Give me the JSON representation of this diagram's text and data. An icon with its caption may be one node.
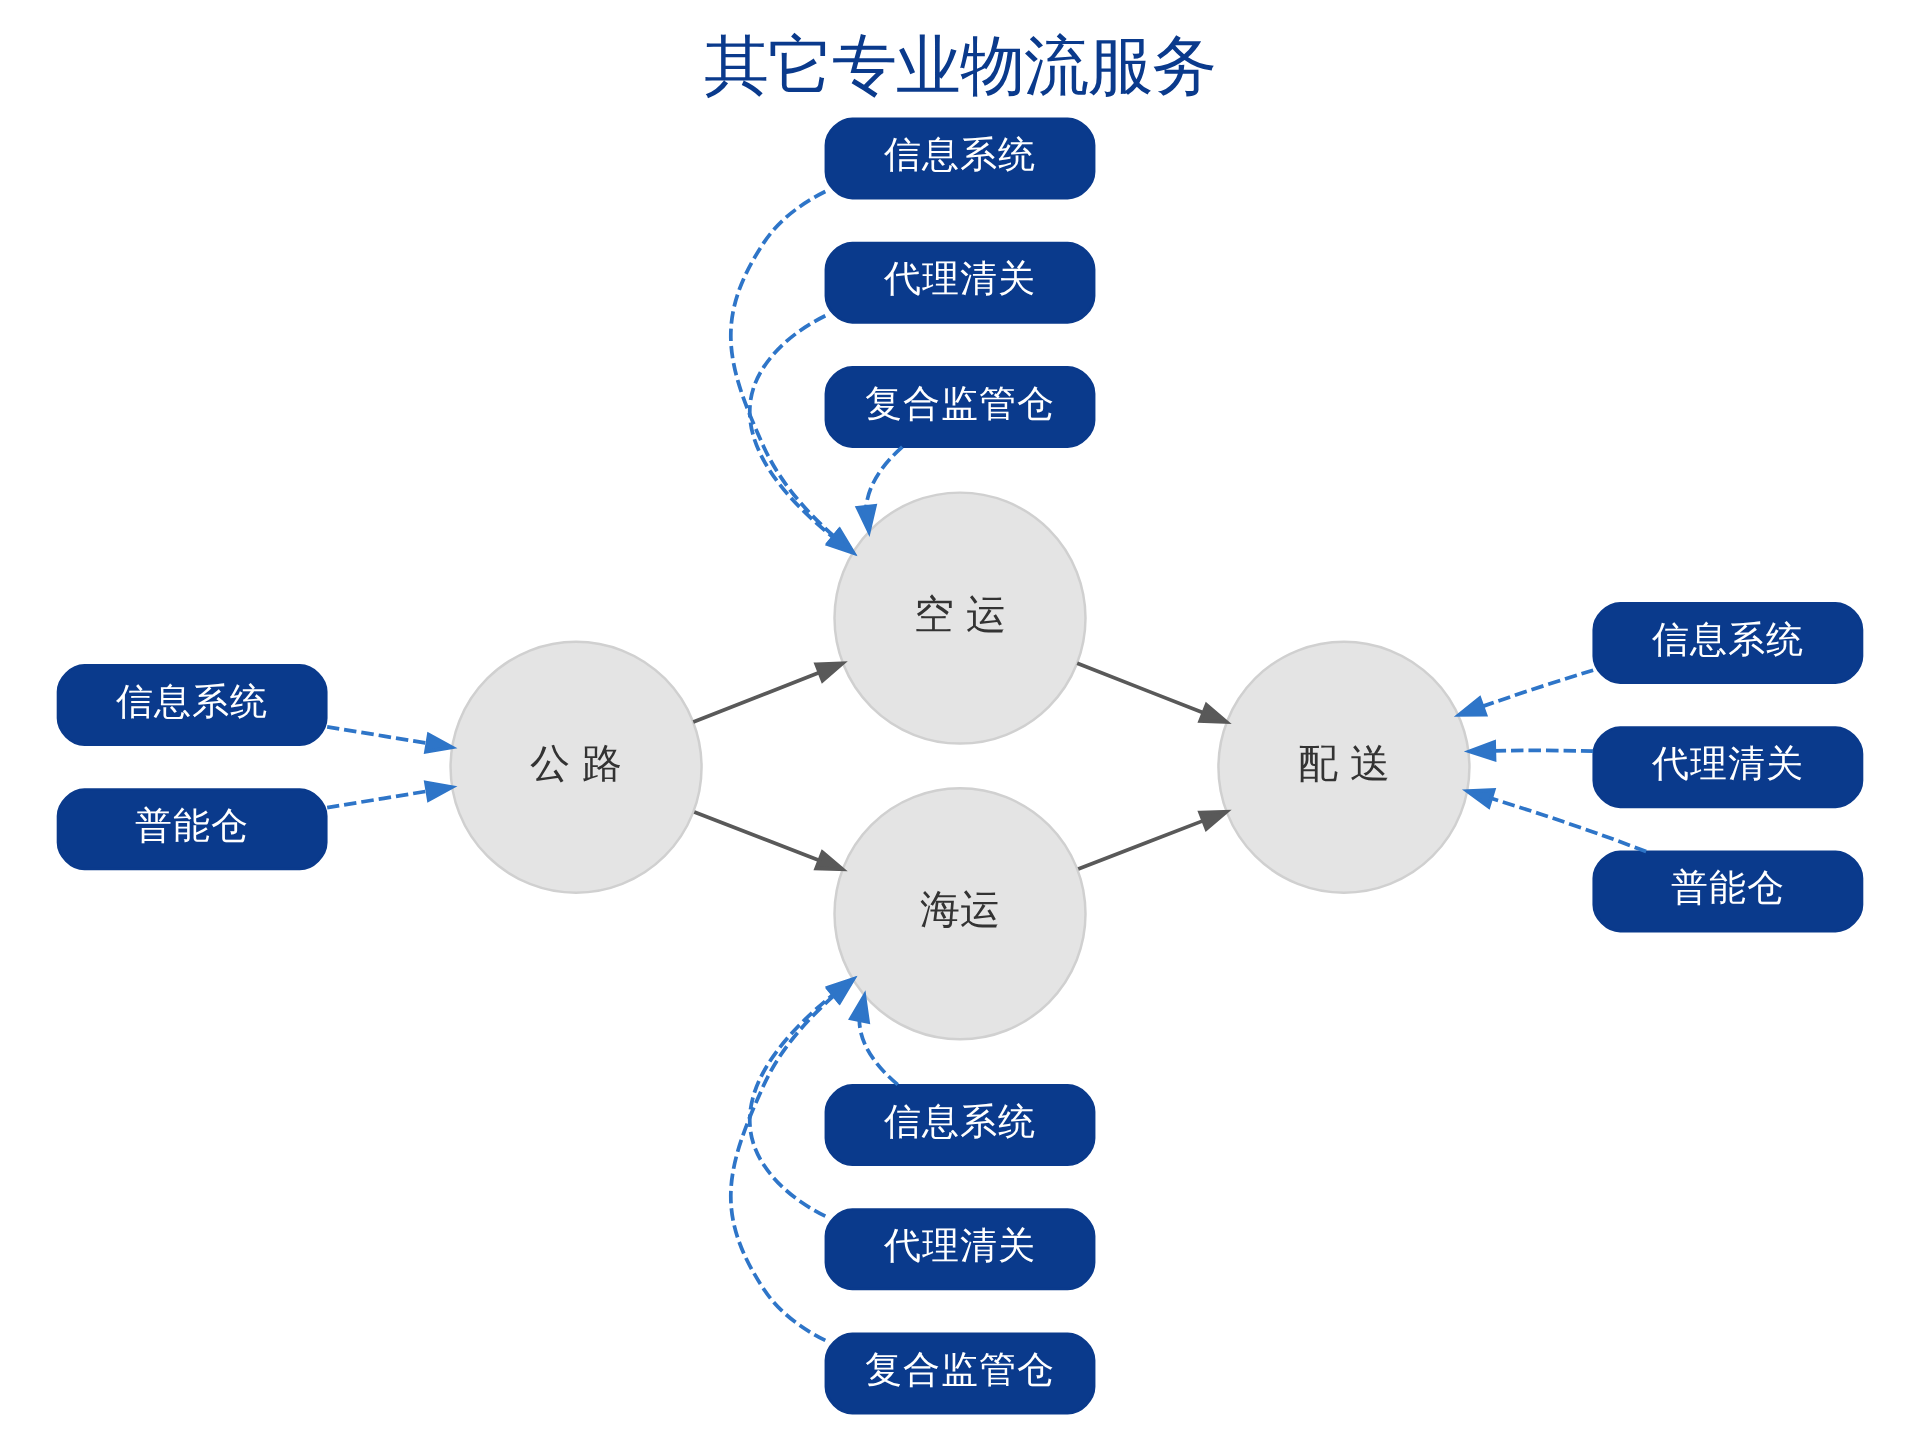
{
  "diagram": {
    "title": "其它专业物流服务",
    "nodes": [
      {
        "text": [
          "公 路"
        ]
      },
      {
        "text": [
          "空 运"
        ]
      },
      {
        "text": [
          "海运"
        ]
      },
      {
        "text": [
          "配 送"
        ]
      },
      {
        "text": [
          "信息系统"
        ]
      },
      {
        "text": [
          "代理清关"
        ]
      },
      {
        "text": [
          "复合监管仓"
        ]
      },
      {
        "text": [
          "信息系统"
        ]
      },
      {
        "text": [
          "普能仓"
        ]
      },
      {
        "text": [
          "信息系统"
        ]
      },
      {
        "text": [
          "代理清关"
        ]
      },
      {
        "text": [
          "普能仓"
        ]
      },
      {
        "text": [
          "信息系统"
        ]
      },
      {
        "text": [
          "代理清关"
        ]
      },
      {
        "text": [
          "复合监管仓"
        ]
      }
    ],
    "edges": [
      {
        "from": 0,
        "to": 1,
        "arrow": "to",
        "color": "#595959"
      },
      {
        "from": 0,
        "to": 2,
        "arrow": "to",
        "color": "#595959"
      },
      {
        "from": 1,
        "to": 3,
        "arrow": "to",
        "color": "#595959"
      },
      {
        "from": 2,
        "to": 3,
        "arrow": "to",
        "color": "#595959"
      },
      {
        "from": 4,
        "to": 1,
        "arrow": "to",
        "style": "dashed"
      },
      {
        "from": 5,
        "to": 1,
        "arrow": "to",
        "style": "dashed"
      },
      {
        "from": 6,
        "to": 1,
        "arrow": "to",
        "style": "dashed"
      },
      {
        "from": 7,
        "to": 0,
        "arrow": "to",
        "style": "dashed"
      },
      {
        "from": 8,
        "to": 0,
        "arrow": "to",
        "style": "dashed"
      },
      {
        "from": 9,
        "to": 3,
        "arrow": "to",
        "style": "dashed"
      },
      {
        "from": 10,
        "to": 3,
        "arrow": "to",
        "style": "dashed"
      },
      {
        "from": 11,
        "to": 3,
        "arrow": "to",
        "style": "dashed"
      },
      {
        "from": 12,
        "to": 2,
        "arrow": "to",
        "style": "dashed"
      },
      {
        "from": 13,
        "to": 2,
        "arrow": "to",
        "style": "dashed"
      },
      {
        "from": 14,
        "to": 2,
        "arrow": "to",
        "style": "dashed"
      }
    ]
  }
}
